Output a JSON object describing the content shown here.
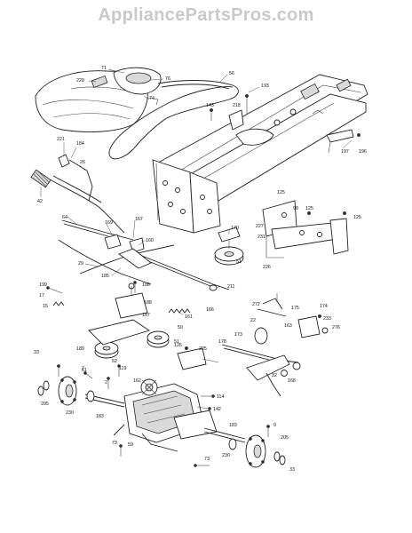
{
  "watermark": "AppliancePartsPros.com",
  "part_labels": [
    {
      "key": "p71",
      "text": "71"
    },
    {
      "key": "p220",
      "text": "220"
    },
    {
      "key": "p76",
      "text": "76"
    },
    {
      "key": "p74",
      "text": "74"
    },
    {
      "key": "p56",
      "text": "56"
    },
    {
      "key": "p193",
      "text": "193"
    },
    {
      "key": "p143",
      "text": "143"
    },
    {
      "key": "p218",
      "text": "218"
    },
    {
      "key": "p221",
      "text": "221"
    },
    {
      "key": "p184",
      "text": "184"
    },
    {
      "key": "p26",
      "text": "26"
    },
    {
      "key": "p42",
      "text": "42"
    },
    {
      "key": "p197",
      "text": "197"
    },
    {
      "key": "p196",
      "text": "196"
    },
    {
      "key": "p125a",
      "text": "125"
    },
    {
      "key": "p125b",
      "text": "125"
    },
    {
      "key": "p125c",
      "text": "125"
    },
    {
      "key": "p90",
      "text": "90"
    },
    {
      "key": "p64",
      "text": "64"
    },
    {
      "key": "p169",
      "text": "169"
    },
    {
      "key": "p167",
      "text": "167"
    },
    {
      "key": "p160",
      "text": "160"
    },
    {
      "key": "p170",
      "text": "170"
    },
    {
      "key": "p51a",
      "text": "51"
    },
    {
      "key": "p227",
      "text": "227"
    },
    {
      "key": "p231",
      "text": "231"
    },
    {
      "key": "p226",
      "text": "226"
    },
    {
      "key": "p29",
      "text": "29"
    },
    {
      "key": "p185",
      "text": "185"
    },
    {
      "key": "p186",
      "text": "186"
    },
    {
      "key": "p199",
      "text": "199"
    },
    {
      "key": "p17",
      "text": "17"
    },
    {
      "key": "p15",
      "text": "15"
    },
    {
      "key": "p211",
      "text": "211"
    },
    {
      "key": "p188",
      "text": "188"
    },
    {
      "key": "p187",
      "text": "187"
    },
    {
      "key": "p161",
      "text": "161"
    },
    {
      "key": "p166",
      "text": "166"
    },
    {
      "key": "p272",
      "text": "272"
    },
    {
      "key": "p163",
      "text": "163"
    },
    {
      "key": "p175",
      "text": "175"
    },
    {
      "key": "p174",
      "text": "174"
    },
    {
      "key": "p22",
      "text": "22"
    },
    {
      "key": "p233",
      "text": "233"
    },
    {
      "key": "p276",
      "text": "276"
    },
    {
      "key": "p50",
      "text": "50"
    },
    {
      "key": "p51b",
      "text": "51"
    },
    {
      "key": "p189",
      "text": "189"
    },
    {
      "key": "p52",
      "text": "52"
    },
    {
      "key": "p173",
      "text": "173"
    },
    {
      "key": "p178",
      "text": "178"
    },
    {
      "key": "p126",
      "text": "126"
    },
    {
      "key": "p225",
      "text": "225"
    },
    {
      "key": "p32",
      "text": "32"
    },
    {
      "key": "p168",
      "text": "168"
    },
    {
      "key": "p33a",
      "text": "33"
    },
    {
      "key": "p7",
      "text": "7"
    },
    {
      "key": "p61",
      "text": "61"
    },
    {
      "key": "p119",
      "text": "119"
    },
    {
      "key": "p162",
      "text": "162"
    },
    {
      "key": "p2",
      "text": "2"
    },
    {
      "key": "p205a",
      "text": "205"
    },
    {
      "key": "p230a",
      "text": "230"
    },
    {
      "key": "p114",
      "text": "114"
    },
    {
      "key": "p142",
      "text": "142"
    },
    {
      "key": "p183a",
      "text": "183"
    },
    {
      "key": "p183b",
      "text": "183"
    },
    {
      "key": "p73a",
      "text": "73"
    },
    {
      "key": "p59",
      "text": "59"
    },
    {
      "key": "p9",
      "text": "9"
    },
    {
      "key": "p205b",
      "text": "205"
    },
    {
      "key": "p73b",
      "text": "73"
    },
    {
      "key": "p230b",
      "text": "230"
    },
    {
      "key": "p33b",
      "text": "33"
    }
  ]
}
